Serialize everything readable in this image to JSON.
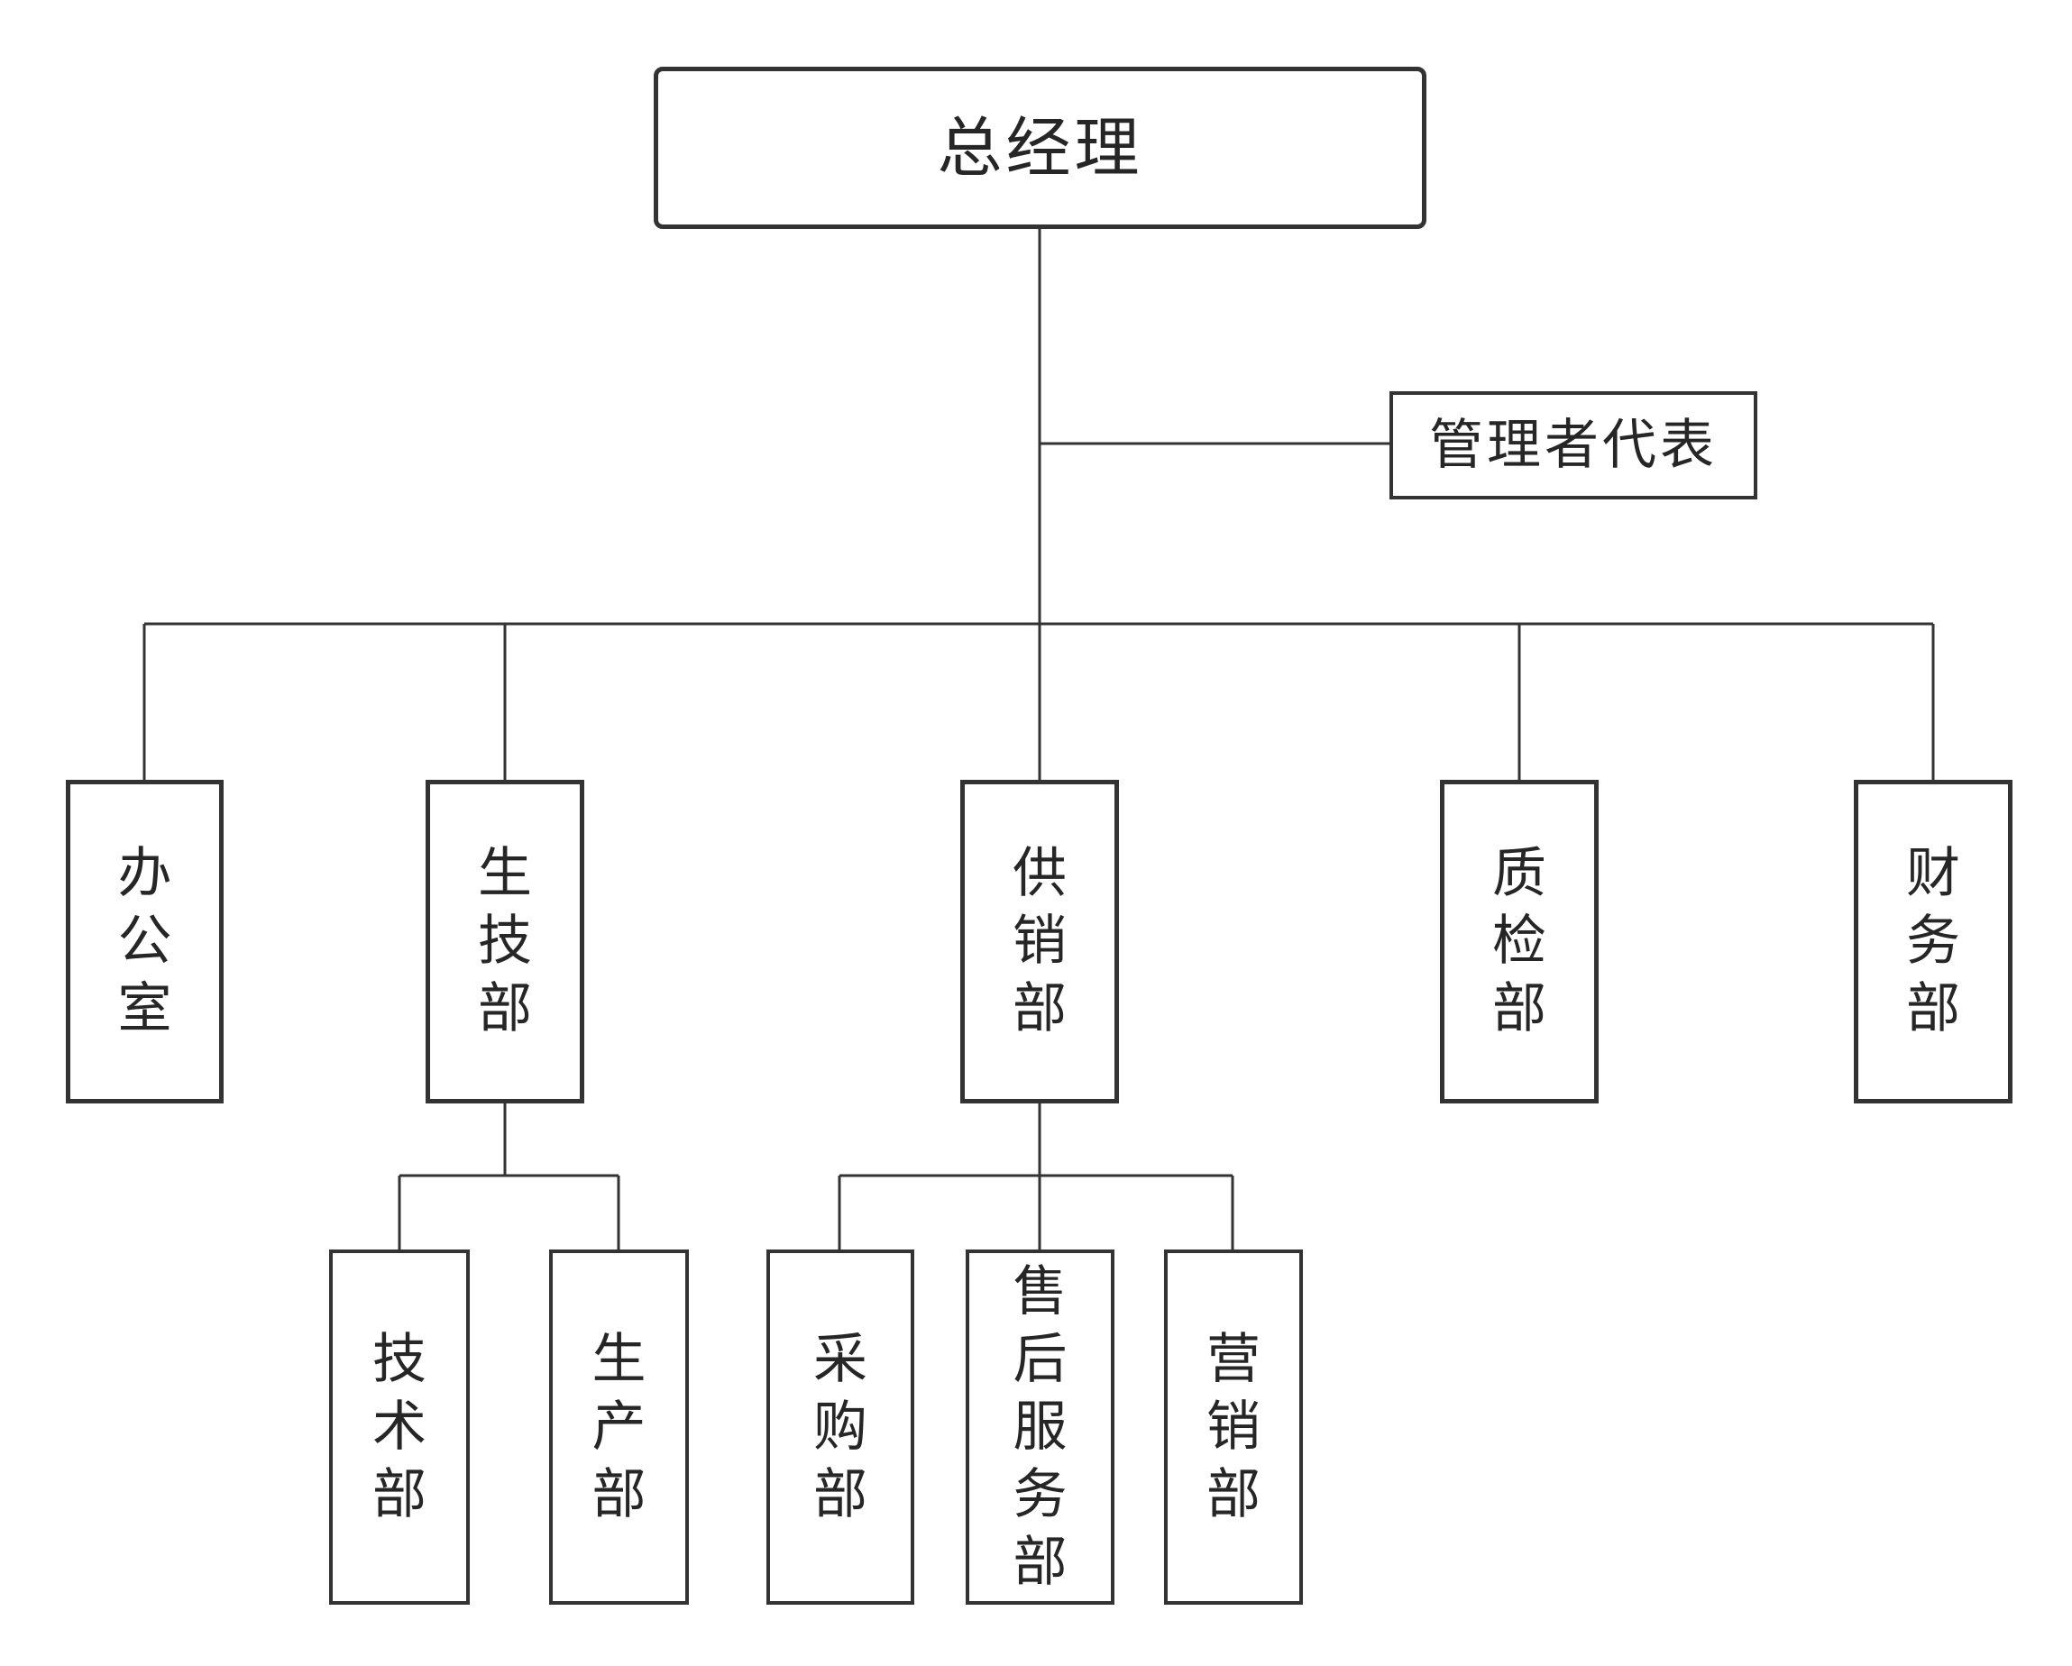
{
  "org_chart": {
    "root": {
      "label": "总经理"
    },
    "representative": {
      "label": "管理者代表"
    },
    "departments": [
      {
        "id": "office",
        "label": "办公室",
        "children": []
      },
      {
        "id": "production-tech",
        "label": "生技部",
        "children": [
          {
            "id": "tech",
            "label": "技术部"
          },
          {
            "id": "production",
            "label": "生产部"
          }
        ]
      },
      {
        "id": "supply-sales",
        "label": "供销部",
        "children": [
          {
            "id": "purchasing",
            "label": "采购部"
          },
          {
            "id": "after-sales",
            "label": "售后服务部"
          },
          {
            "id": "marketing",
            "label": "营销部"
          }
        ]
      },
      {
        "id": "quality",
        "label": "质检部",
        "children": []
      },
      {
        "id": "finance",
        "label": "财务部",
        "children": []
      }
    ]
  },
  "colors": {
    "line": "#333333",
    "text": "#262626",
    "background": "#ffffff"
  }
}
